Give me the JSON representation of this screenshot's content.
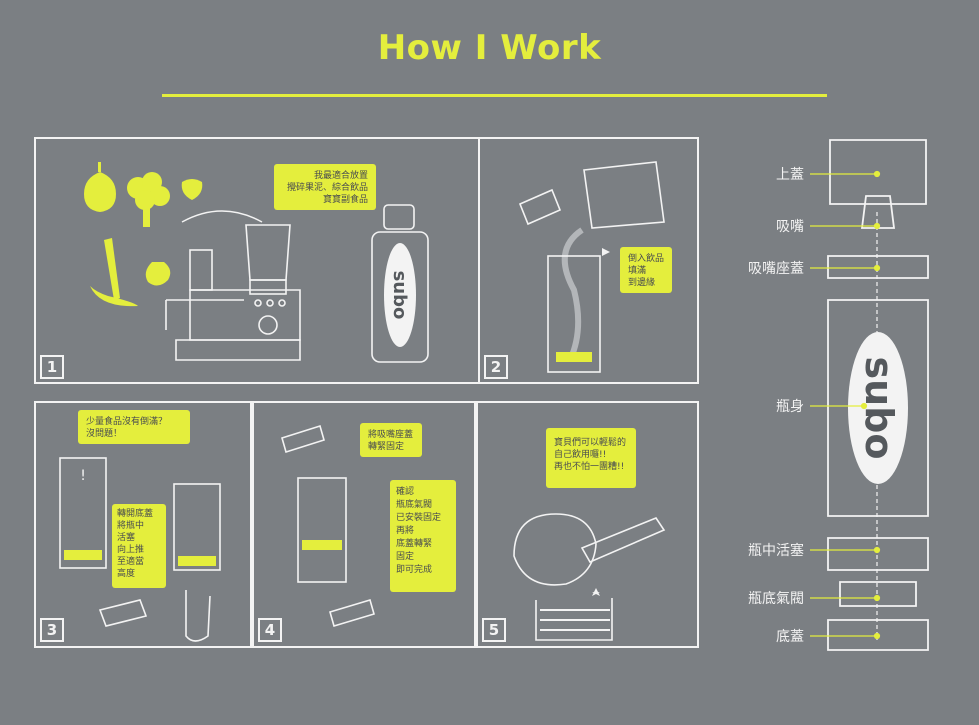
{
  "header": {
    "title": "How I Work"
  },
  "steps": [
    {
      "number": "1",
      "bubble": "我最適合放置\n攪碎果泥、綜合飲品\n寶寶副食品"
    },
    {
      "number": "2",
      "bubble": "倒入飲品\n填滿\n到邊緣"
    },
    {
      "number": "3",
      "bubble_top": "少量食品沒有倒滿？\n沒問題！",
      "bubble_side": "轉開底蓋\n將瓶中\n活塞\n向上推\n至適當\n高度"
    },
    {
      "number": "4",
      "bubble_top": "將吸嘴座蓋\n轉緊固定",
      "bubble_side": "確認\n瓶底氣閥\n已安裝固定\n再將\n底蓋轉緊\n固定\n即可完成"
    },
    {
      "number": "5",
      "bubble": "寶貝們可以輕鬆的\n自己飲用囉!!\n再也不怕一團糟!!"
    }
  ],
  "brand": {
    "logo": "subo"
  },
  "parts": [
    "上蓋",
    "吸嘴",
    "吸嘴座蓋",
    "瓶身",
    "瓶中活塞",
    "瓶底氣閥",
    "底蓋"
  ],
  "colors": {
    "background": "#7b7f83",
    "accent": "#e4ee3d",
    "line": "#f3f3f3"
  }
}
